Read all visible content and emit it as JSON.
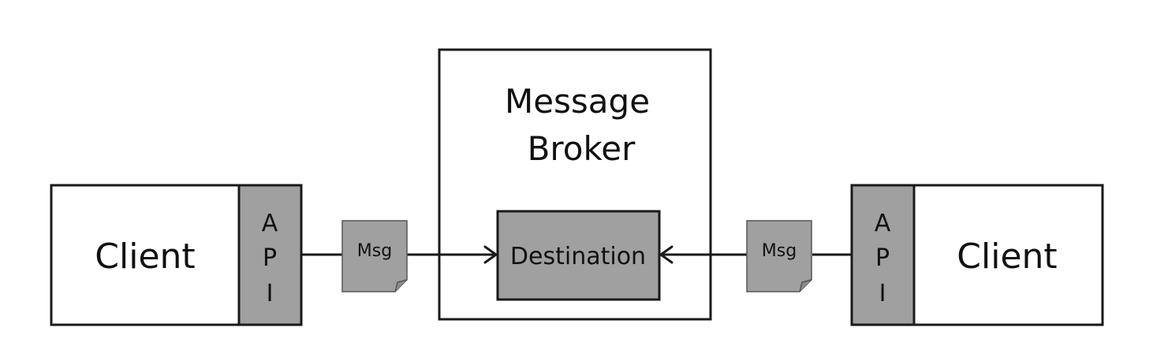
{
  "broker": {
    "title_line1": "Message",
    "title_line2": "Broker",
    "destination_label": "Destination"
  },
  "left_client": {
    "label": "Client",
    "api_letters": [
      "A",
      "P",
      "I"
    ]
  },
  "right_client": {
    "label": "Client",
    "api_letters": [
      "A",
      "P",
      "I"
    ]
  },
  "messages": {
    "left_label": "Msg",
    "right_label": "Msg"
  }
}
